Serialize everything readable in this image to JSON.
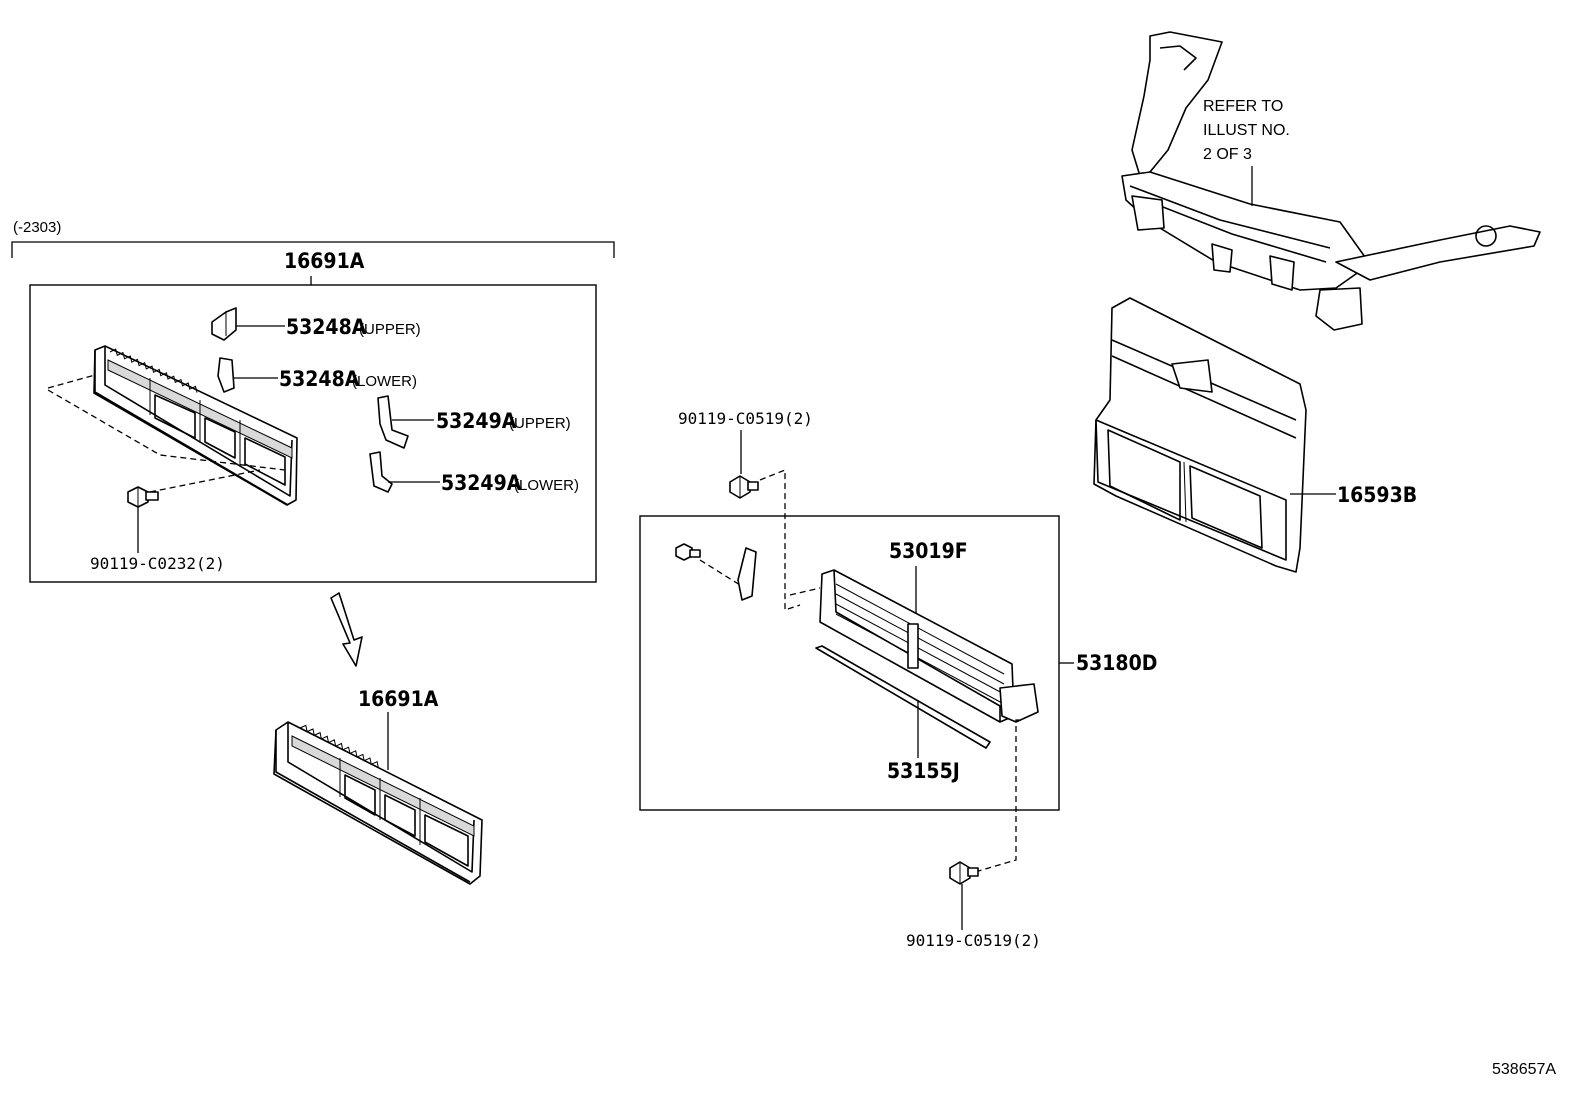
{
  "diagram_id": "538657A",
  "date_range": "(-2303)",
  "refer_note": [
    "REFER TO",
    "ILLUST NO.",
    "2 OF 3"
  ],
  "labels": {
    "grille_upper": "16691A",
    "grille_lower": "16691A",
    "bracket_upper_1": "53248A",
    "bracket_upper_1_q": "(UPPER)",
    "bracket_lower_1": "53248A",
    "bracket_lower_1_q": "(LOWER)",
    "bracket_upper_2": "53249A",
    "bracket_upper_2_q": "(UPPER)",
    "bracket_lower_2": "53249A",
    "bracket_lower_2_q": "(LOWER)",
    "bolt_grille": "90119-C0232(2)",
    "bolt_shutter_top": "90119-C0519(2)",
    "bolt_shutter_bottom": "90119-C0519(2)",
    "shutter_frame": "53019F",
    "shutter_seal": "53155J",
    "shutter_assy": "53180D",
    "air_guide": "16593B"
  }
}
